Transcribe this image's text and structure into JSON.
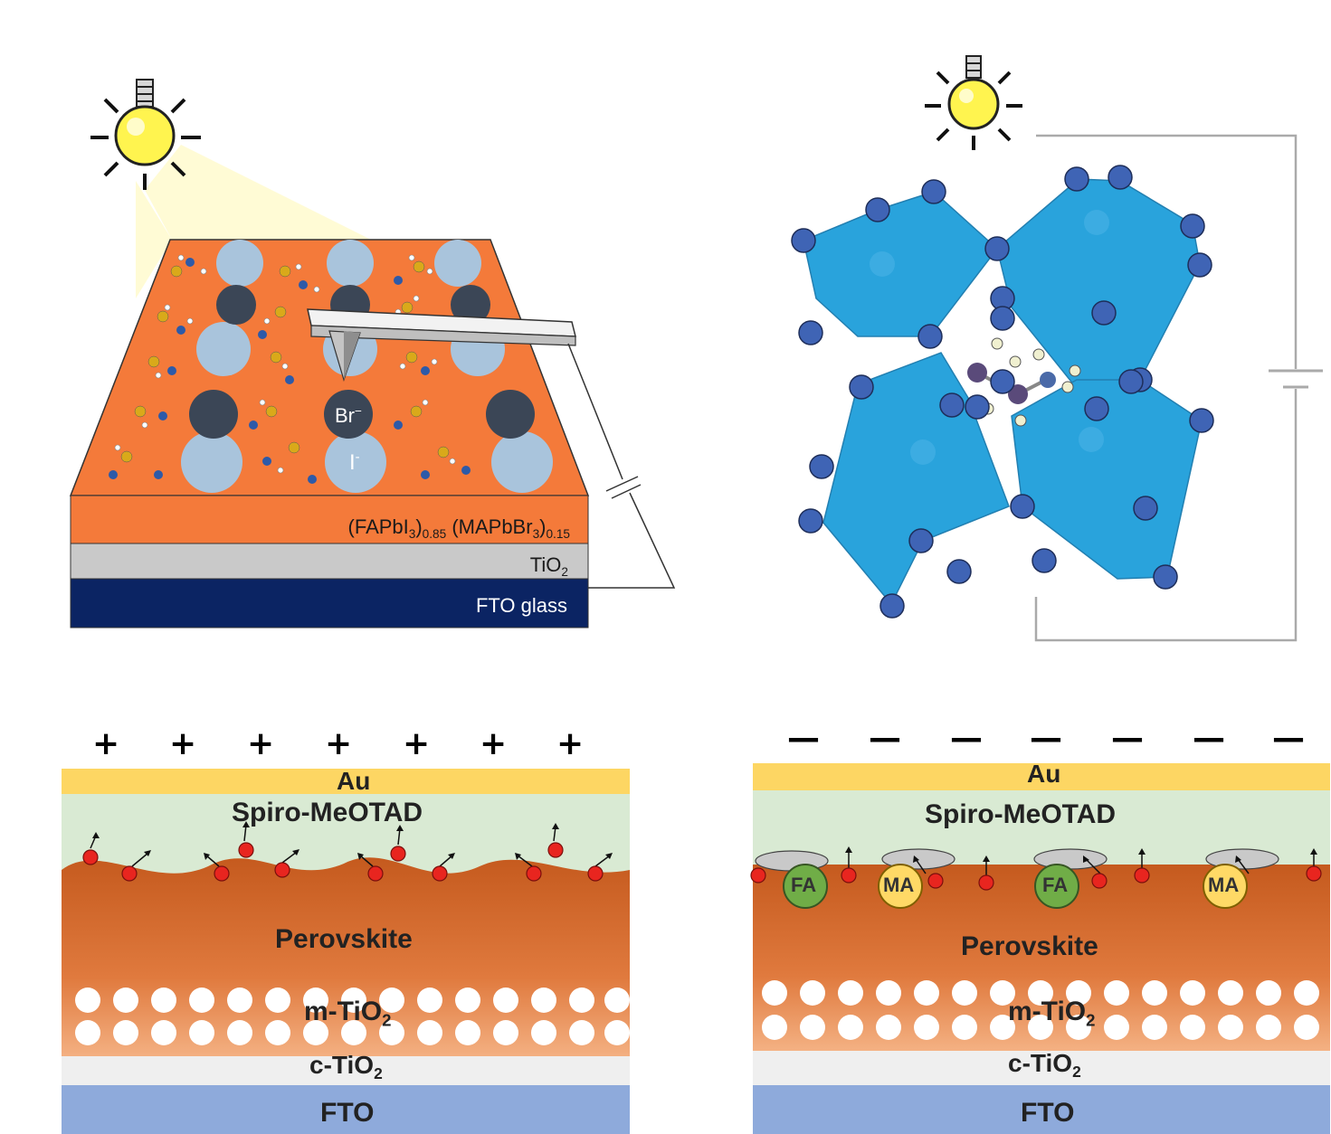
{
  "panel_a": {
    "layers": {
      "perovskite": {
        "main": "(FAPbI",
        "sub1": "3",
        "mid1": ")",
        "sub2": "0.85",
        "mid2": " (MAPbBr",
        "sub3": "3",
        "mid3": ")",
        "sub4": "0.15"
      },
      "tio2": {
        "main": "TiO",
        "sub": "2"
      },
      "fto": "FTO glass"
    },
    "ion_br": {
      "main": "Br",
      "sup": "−"
    },
    "ion_i": {
      "main": "I",
      "sup": "-"
    },
    "colors": {
      "perovskite": "#f47a3a",
      "tio2": "#c9c9c9",
      "fto": "#0b2463"
    }
  },
  "panel_b": {
    "colors": {
      "octahedra": "#1e9fdb"
    }
  },
  "panel_c": {
    "signs": [
      "+",
      "+",
      "+",
      "+",
      "+",
      "+",
      "+"
    ],
    "layers": {
      "au": "Au",
      "spiro": "Spiro-MeOTAD",
      "perovskite": "Perovskite",
      "mtio2": {
        "main": "m-TiO",
        "sub": "2"
      },
      "ctio2": {
        "main": "c-TiO",
        "sub": "2"
      },
      "fto": "FTO"
    }
  },
  "panel_d": {
    "signs": [
      "—",
      "—",
      "—",
      "—",
      "—",
      "—",
      "—"
    ],
    "layers": {
      "au": "Au",
      "spiro": "Spiro-MeOTAD",
      "perovskite": "Perovskite",
      "mtio2": {
        "main": "m-TiO",
        "sub": "2"
      },
      "ctio2": {
        "main": "c-TiO",
        "sub": "2"
      },
      "fto": "FTO"
    },
    "cations": [
      "FA",
      "MA",
      "FA",
      "MA"
    ]
  },
  "colors": {
    "au": "#fdd663",
    "spiro": "#d9ead3",
    "perovskite_top": "#c55a1e",
    "perovskite_bottom": "#f4b183",
    "ctio2": "#efefef",
    "fto": "#8eaadb",
    "bulb": "#fff44f"
  }
}
